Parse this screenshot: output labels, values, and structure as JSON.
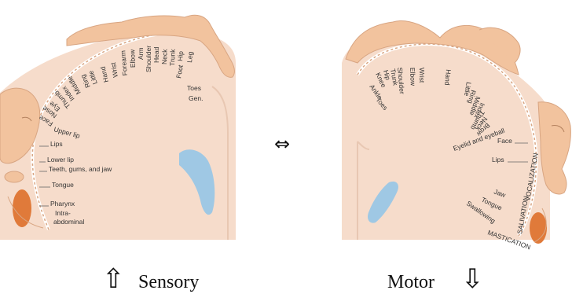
{
  "sensory": {
    "caption": "Sensory",
    "arrow": "⇧",
    "labels_upper": [
      "Toes",
      "Gen.",
      "Foot",
      "Leg",
      "Hip",
      "Trunk",
      "Neck",
      "Head",
      "Shoulder",
      "Arm",
      "Elbow",
      "Forearm",
      "Wrist",
      "Hand",
      "Little",
      "Ring",
      "Middle",
      "Index",
      "Thumb",
      "Eye",
      "Nose",
      "Face"
    ],
    "labels_side": [
      "Upper lip",
      "Lips",
      "Lower lip",
      "Teeth, gums, and jaw",
      "Tongue",
      "Pharynx",
      "Intra-",
      "abdominal"
    ]
  },
  "motor": {
    "caption": "Motor",
    "arrow": "⇩",
    "labels_upper": [
      "Toes",
      "Ankle",
      "Knee",
      "Hip",
      "Trunk",
      "Shoulder",
      "Elbow",
      "Wrist",
      "Hand",
      "Little",
      "Ring",
      "Middle",
      "Index",
      "Thumb",
      "Neck",
      "Brow"
    ],
    "labels_side": [
      "Eyelid and eyeball",
      "Face",
      "Lips",
      "Jaw",
      "Tongue",
      "Swallowing",
      "VOCALIZATION",
      "SALIVATION",
      "MASTICATION"
    ]
  },
  "center_symbol": "⇔",
  "colors": {
    "brain": "#f6dccb",
    "homunculus": "#f2c39e",
    "cortex_edge": "#ffffff",
    "ventricle": "#9fc8e4",
    "mouth": "#e07a3a",
    "text": "#333333"
  }
}
